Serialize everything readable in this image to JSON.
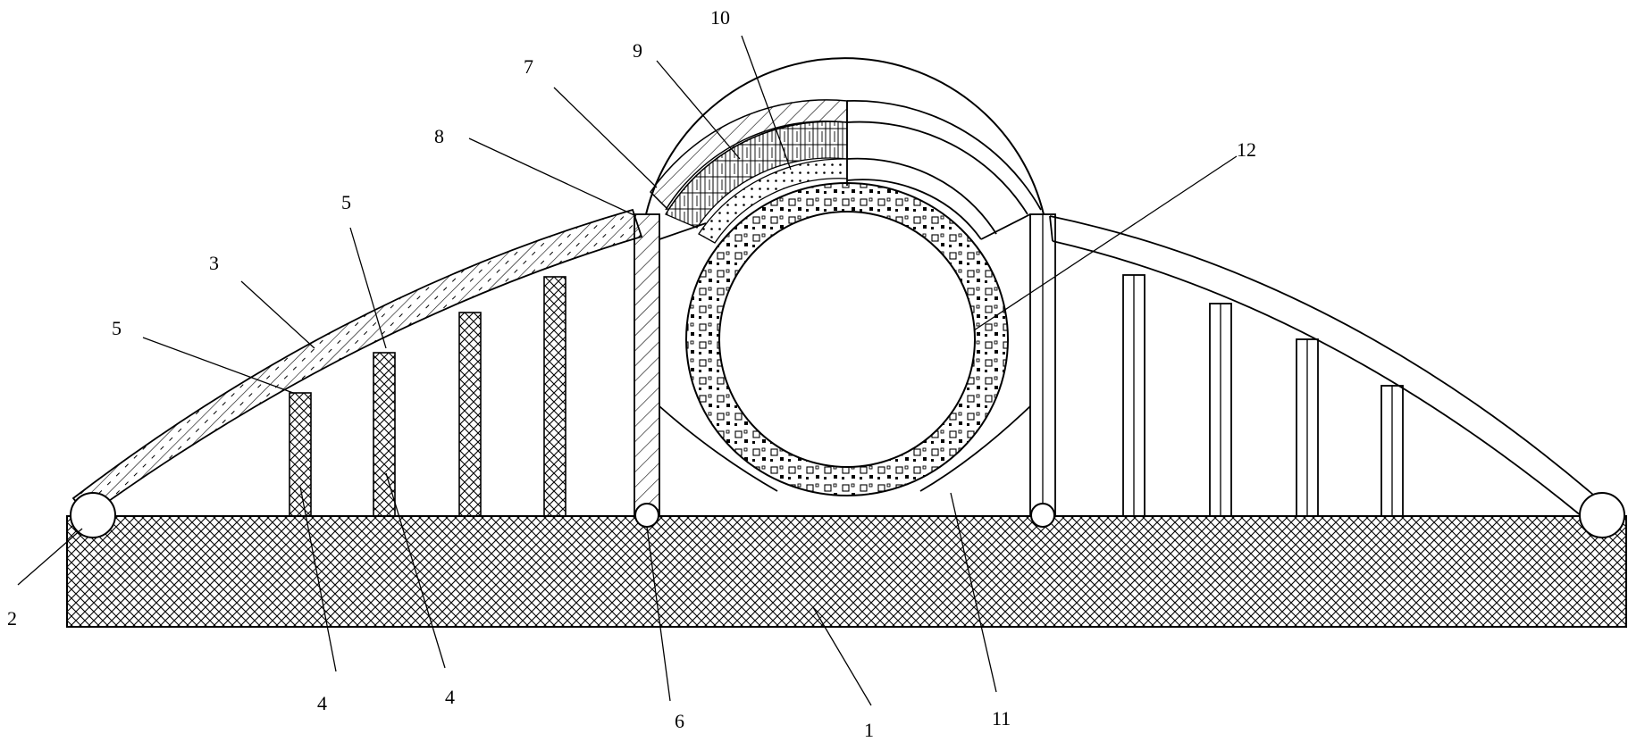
{
  "labels": {
    "l1": "1",
    "l2": "2",
    "l3": "3",
    "l4a": "4",
    "l4b": "4",
    "l5a": "5",
    "l5b": "5",
    "l6": "6",
    "l7": "7",
    "l8": "8",
    "l9": "9",
    "l10": "10",
    "l11": "11",
    "l12": "12"
  },
  "colors": {
    "stroke": "#000000",
    "background": "#ffffff"
  }
}
